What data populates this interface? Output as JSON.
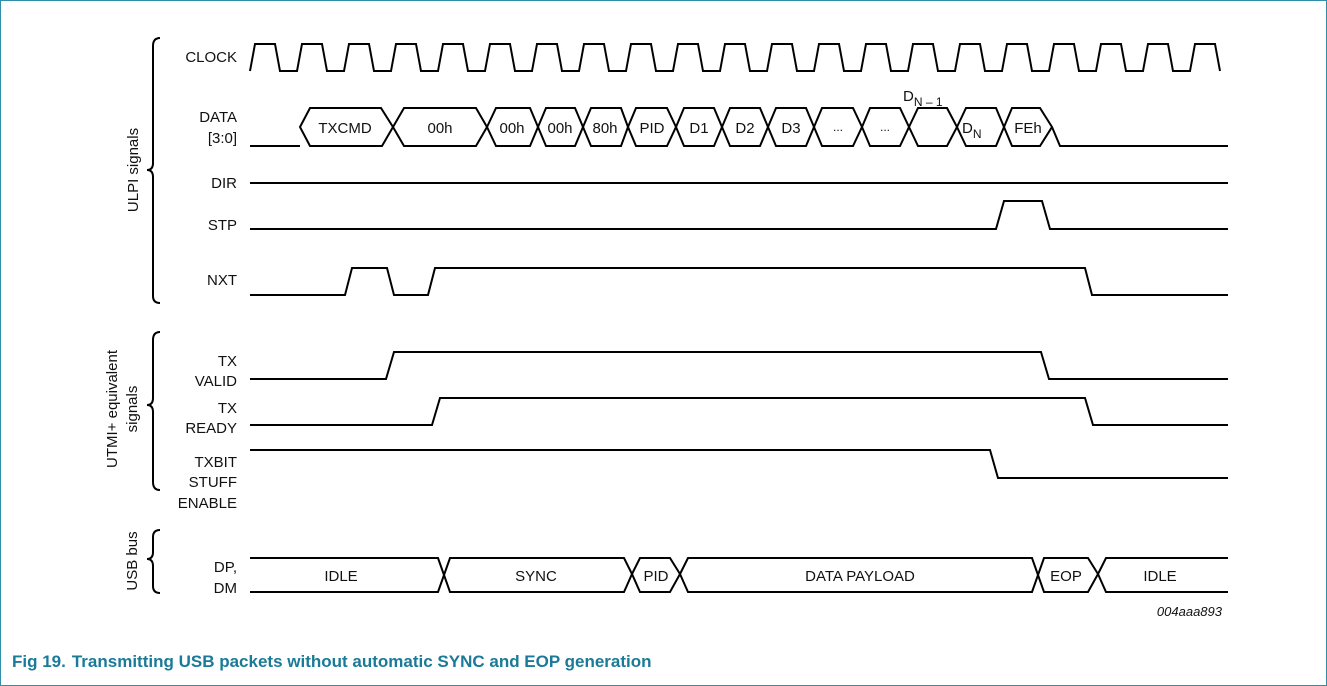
{
  "groups": {
    "ulpi": "ULPI signals",
    "utmi_line1": "UTMI+ equivalent",
    "utmi_line2": "signals",
    "usb": "USB bus"
  },
  "signals": {
    "clock": "CLOCK",
    "data_line1": "DATA",
    "data_line2": "[3:0]",
    "dir": "DIR",
    "stp": "STP",
    "nxt": "NXT",
    "txvalid_line1": "TX",
    "txvalid_line2": "VALID",
    "txready_line1": "TX",
    "txready_line2": "READY",
    "txbitstuff_line1": "TXBIT",
    "txbitstuff_line2": "STUFF",
    "txbitstuff_line3": "ENABLE",
    "dpdm_line1": "DP,",
    "dpdm_line2": "DM"
  },
  "data_bus": {
    "txcmd": "TXCMD",
    "b00_wide": "00h",
    "b00_a": "00h",
    "b00_b": "00h",
    "b80": "80h",
    "pid": "PID",
    "d1": "D1",
    "d2": "D2",
    "d3": "D3",
    "ellipsis_a": "...",
    "ellipsis_b": "...",
    "dn_minus_1_base": "D",
    "dn_minus_1_sub": "N – 1",
    "dn_base": "D",
    "dn_sub": "N",
    "feh": "FEh"
  },
  "usb_bus": {
    "idle_start": "IDLE",
    "sync": "SYNC",
    "pid": "PID",
    "data_payload": "DATA PAYLOAD",
    "eop": "EOP",
    "idle_end": "IDLE"
  },
  "figure_id": "004aaa893",
  "caption": {
    "number": "Fig 19.",
    "text": "Transmitting USB packets without automatic SYNC and EOP generation"
  },
  "colors": {
    "frame": "#2f8fa6",
    "caption": "#1a7a98",
    "line": "#000000"
  }
}
